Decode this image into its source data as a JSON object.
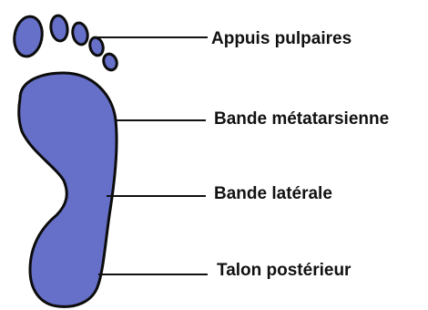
{
  "colors": {
    "footprint_fill": "#6670c8",
    "footprint_outline": "#0c0c0c",
    "leader_line": "#111111",
    "text": "#111111",
    "background": "#ffffff"
  },
  "labels": {
    "appuis": "Appuis pulpaires",
    "bande_meta": "Bande métatarsienne",
    "bande_lat": "Bande latérale",
    "talon": "Talon postérieur"
  }
}
